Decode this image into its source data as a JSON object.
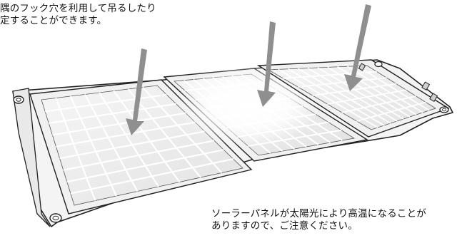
{
  "captions": {
    "top": {
      "line1": "隅のフック穴を利用して吊るしたり",
      "line2": "定することができます。"
    },
    "bottom": {
      "line1": "ソーラーパネルが太陽光により高温になることが",
      "line2": "ありますので、ご注意ください。"
    }
  },
  "colors": {
    "panel_frame": "#f2f2f2",
    "cell_fill": "#e6e6e6",
    "cell_line": "#ffffff",
    "outline": "#222222",
    "arrow": "#8f8f8f",
    "glare": "#ffffff"
  },
  "icons": {
    "arrow": "arrow-down-icon",
    "grommet": "hook-hole-icon"
  }
}
